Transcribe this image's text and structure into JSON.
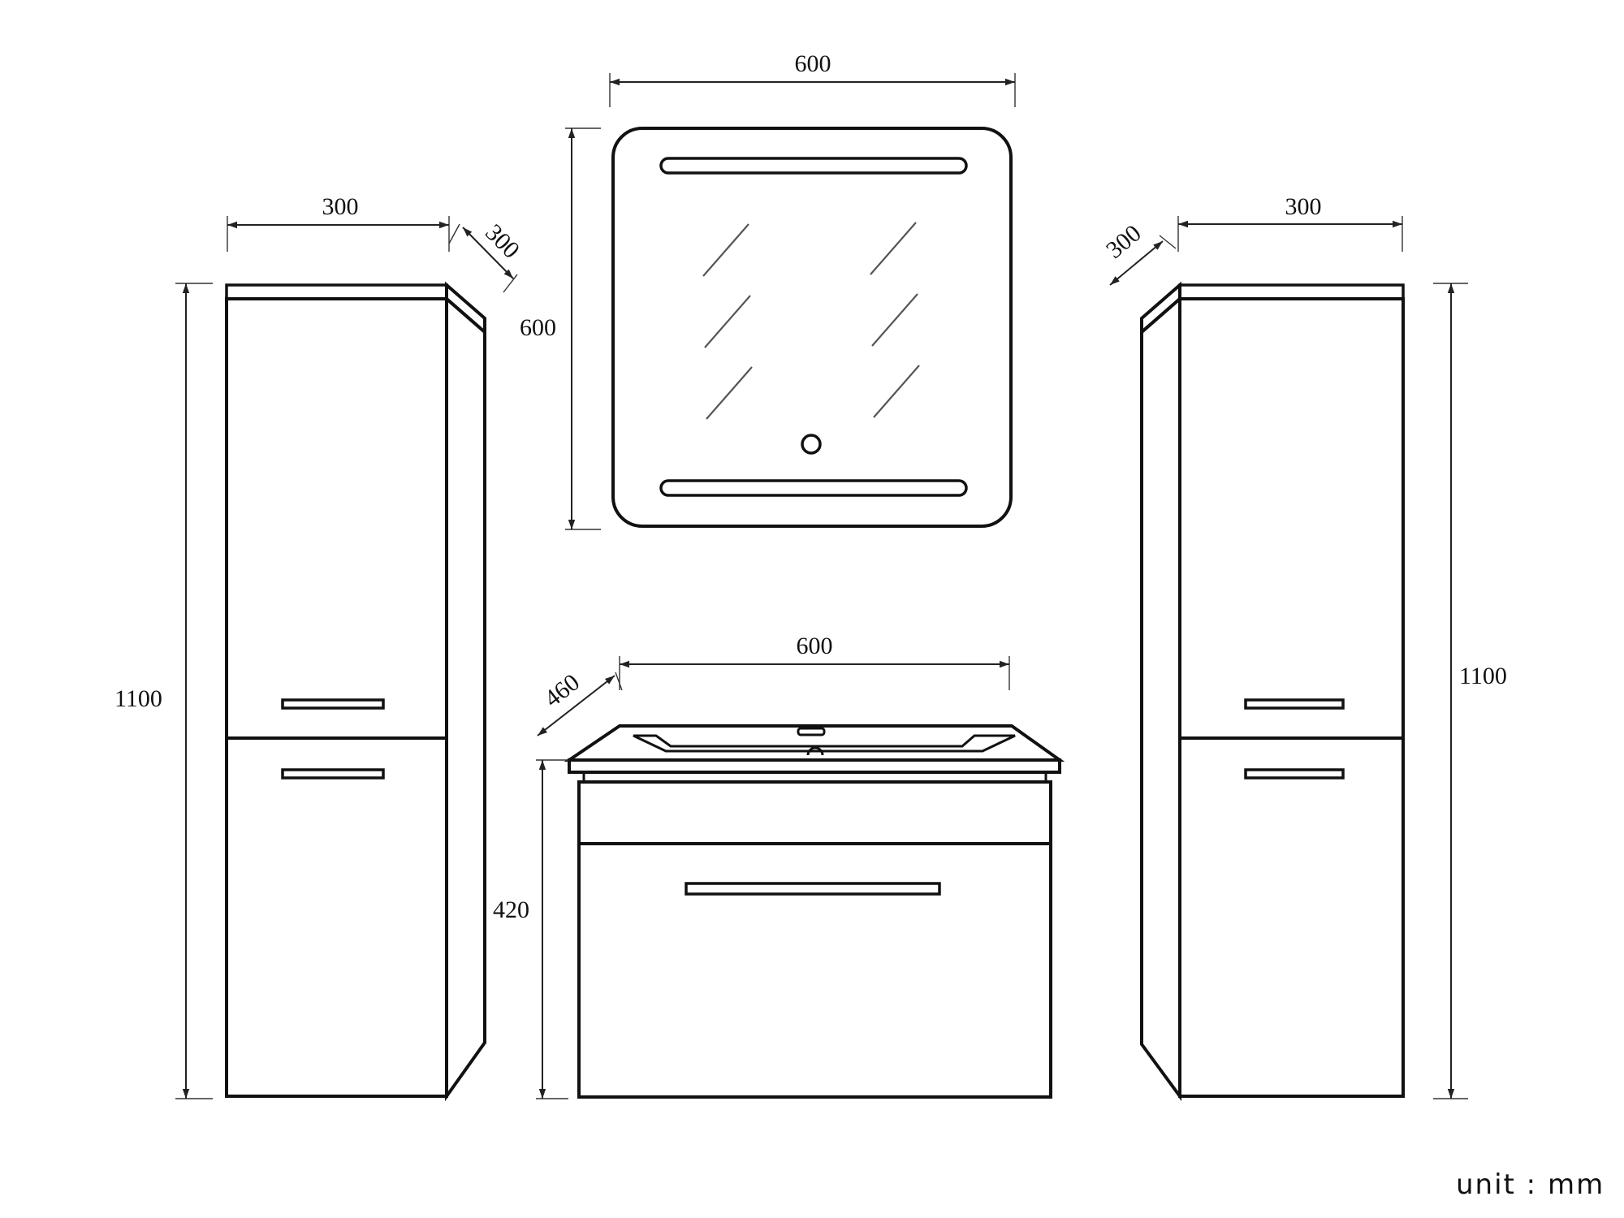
{
  "dimensions": {
    "mirror_width": "600",
    "mirror_height": "600",
    "left_cabinet_width": "300",
    "left_cabinet_depth": "300",
    "left_cabinet_height": "1100",
    "right_cabinet_width": "300",
    "right_cabinet_depth": "300",
    "right_cabinet_height": "1100",
    "vanity_width": "600",
    "vanity_depth": "460",
    "vanity_height": "420"
  },
  "unit_label": "unit : mm"
}
